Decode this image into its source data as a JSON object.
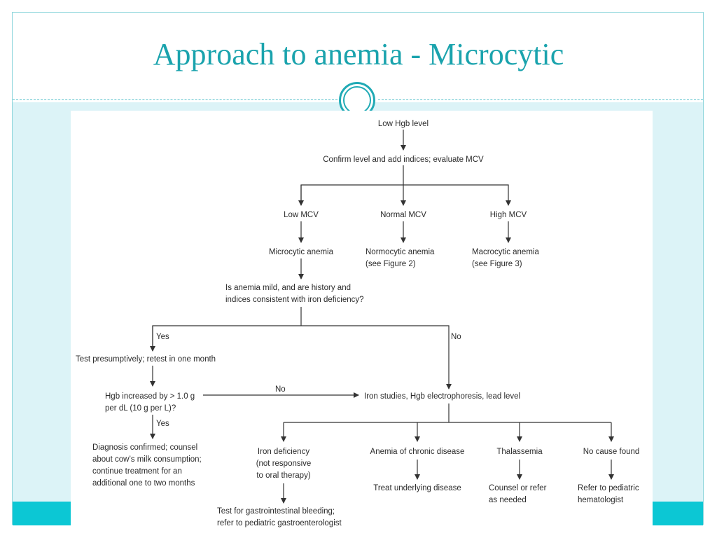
{
  "slide": {
    "title": "Approach to anemia - Microcytic",
    "colors": {
      "accent": "#1aa3ad",
      "band": "#0cc7d4",
      "panel": "#dcf3f7"
    },
    "ornament": "double-ring-icon"
  },
  "flowchart": {
    "low_hgb": "Low Hgb level",
    "confirm": "Confirm level and add indices; evaluate MCV",
    "low_mcv": "Low MCV",
    "normal_mcv": "Normal MCV",
    "high_mcv": "High MCV",
    "microcytic": "Microcytic anemia",
    "normocytic": [
      "Normocytic anemia",
      "(see Figure 2)"
    ],
    "macrocytic": [
      "Macrocytic anemia",
      "(see Figure 3)"
    ],
    "question": [
      "Is anemia mild, and are history and",
      "indices consistent with iron deficiency?"
    ],
    "yes_label": "Yes",
    "no_label": "No",
    "test_presumptively": "Test presumptively; retest in one month",
    "hgb_increased": [
      "Hgb increased by > 1.0 g",
      "per dL (10 g per L)?"
    ],
    "no_label_2": "No",
    "iron_studies": "Iron studies, Hgb electrophoresis, lead level",
    "yes_label_2": "Yes",
    "diagnosis_confirmed": [
      "Diagnosis confirmed; counsel",
      "about cow’s milk consumption;",
      "continue treatment for an",
      "additional one to two months"
    ],
    "iron_deficiency": [
      "Iron deficiency",
      "(not responsive",
      "to oral therapy)"
    ],
    "chronic_disease": "Anemia of chronic disease",
    "thalassemia": "Thalassemia",
    "no_cause": "No cause found",
    "treat_underlying": "Treat underlying disease",
    "counsel_refer": [
      "Counsel or refer",
      "as needed"
    ],
    "refer_hematologist": [
      "Refer to pediatric",
      "hematologist"
    ],
    "gi_test": [
      "Test for gastrointestinal bleeding;",
      "refer to pediatric gastroenterologist"
    ]
  }
}
